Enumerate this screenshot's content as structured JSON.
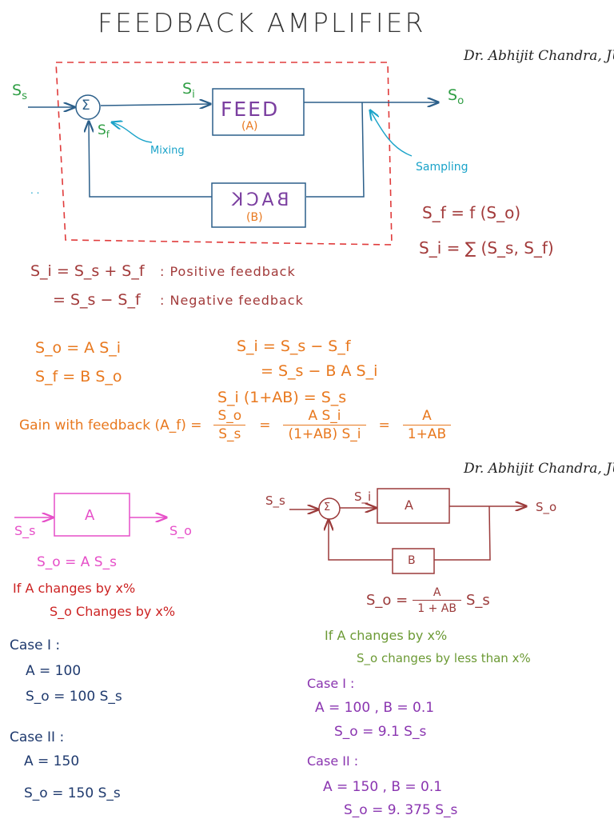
{
  "colors": {
    "title": "#333333",
    "green": "#2f9e44",
    "purple": "#7b3fa0",
    "orange": "#e8781e",
    "blue_pen": "#2b5f8a",
    "teal": "#1aa3c9",
    "red_box": "#e03b3b",
    "maroon": "#a23a3a",
    "magenta": "#e64fc8",
    "red": "#cc2222",
    "navy": "#1f3a6e",
    "brown": "#9b3a3a",
    "olive": "#6c9a35",
    "violet": "#8a35b0"
  },
  "title": "FEEDBACK AMPLIFIER",
  "author": "Dr. Abhijit Chandra, JU",
  "diagram1": {
    "ss": "S",
    "ss_sub": "s",
    "si": "S",
    "si_sub": "i",
    "so": "S",
    "so_sub": "o",
    "sf": "S",
    "sf_sub": "f",
    "sigma": "Σ",
    "feed_label": "FEED",
    "feed_sub": "(A)",
    "back_label": "BACK",
    "back_sub": "(B)",
    "mixing": "Mixing",
    "sampling": "Sampling",
    "dots": ". ."
  },
  "relations": {
    "sf_eq": "S_f = f (S_o)",
    "si_eq": "S_i = ∑ (S_s, S_f)"
  },
  "feedback_types": {
    "line1_eq": "S_i = S_s + S_f",
    "line1_desc": ": Positive feedback",
    "line2_eq": "= S_s − S_f",
    "line2_desc": ": Negative feedback"
  },
  "derivation": {
    "so_eq": "S_o = A S_i",
    "sf_eq": "S_f = B S_o",
    "r1": "S_i = S_s − S_f",
    "r2": "= S_s − B A S_i",
    "r3": "S_i (1+AB) = S_s",
    "gain_label": "Gain with feedback (A_f) =",
    "frac1_num": "S_o",
    "frac1_den": "S_s",
    "frac2_num": "A S_i",
    "frac2_den": "(1+AB) S_i",
    "frac3_num": "A",
    "frac3_den": "1+AB"
  },
  "open_loop": {
    "block": "A",
    "input": "S_s",
    "output": "S_o",
    "eq": "S_o = A S_s",
    "if1": "If   A changes by  x%",
    "if2": "S_o  Changes by  x%",
    "case1": "Case I :",
    "case1_a": "A = 100",
    "case1_so": "S_o = 100 S_s",
    "case2": "Case II :",
    "case2_a": "A =  150",
    "case2_so": "S_o = 150 S_s"
  },
  "closed_loop": {
    "ss": "S_s",
    "si": "S_i",
    "so": "S_o",
    "sigma": "Σ",
    "block_a": "A",
    "block_b": "B",
    "eq_lhs": "S_o =",
    "eq_num": "A",
    "eq_den": "1 + AB",
    "eq_rhs": "S_s",
    "if1": "If  A  changes  by   x%",
    "if2": "S_o  changes by less than  x%",
    "case1": "Case I :",
    "case1_ab": "A = 100 ,  B = 0.1",
    "case1_so": "S_o = 9.1 S_s",
    "case2": "Case II :",
    "case2_ab": "A = 150 ,  B = 0.1",
    "case2_so": "S_o = 9. 375 S_s"
  }
}
